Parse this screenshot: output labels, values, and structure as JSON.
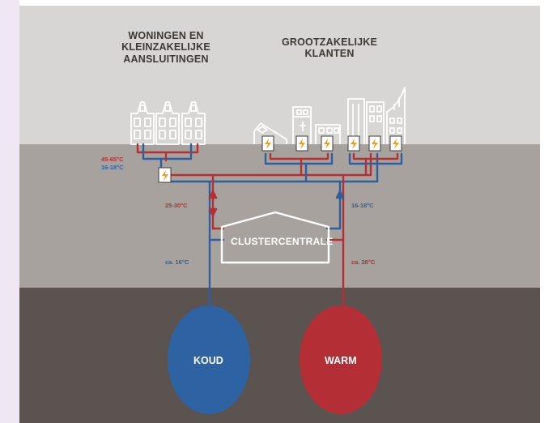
{
  "labels": {
    "residential": "WONINGEN EN\nKLEINZAKELIJKE\nAANSLUITINGEN",
    "commercial": "GROOTZAKELIJKE\nKLANTEN",
    "cluster": "CLUSTERCENTRALE",
    "cold": "KOUD",
    "warm": "WARM"
  },
  "temps": {
    "supply_hot": "45-65°C",
    "supply_cold": "16-18°C",
    "left_riser": "25-30°C",
    "right_riser": "16-18°C",
    "cold_well": "ca. 16°C",
    "warm_well": "ca. 28°C"
  },
  "colors": {
    "sky": "#d8d6d4",
    "ground": "#a7a29e",
    "underground": "#5a5350",
    "hot_pipe": "#b52f33",
    "cold_pipe": "#2f5f9e",
    "building_outline": "#ffffff",
    "warm_reservoir": "#b32f35",
    "cold_reservoir": "#2e63a3"
  },
  "icons": {
    "heat_exchanger": "lightning-icon"
  }
}
